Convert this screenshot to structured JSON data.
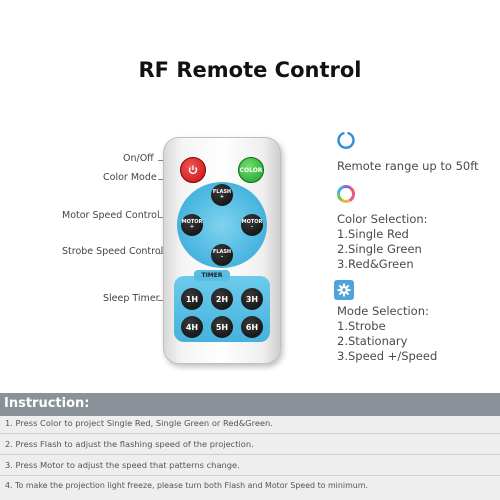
{
  "title": "RF Remote Control",
  "labels": {
    "on_off": "On/Off",
    "color_mode": "Color Mode",
    "motor_speed": "Motor Speed Control",
    "strobe_speed": "Strobe Speed Control",
    "sleep_timer": "Sleep Timer"
  },
  "remote": {
    "color_btn": "COLOR",
    "flash_plus": "FLASH",
    "flash_plus_sign": "+",
    "flash_minus": "FLASH",
    "flash_minus_sign": "-",
    "motor_plus": "MOTOR",
    "motor_plus_sign": "+",
    "motor_minus": "MOTOR",
    "motor_minus_sign": "-",
    "timer_tab": "TIMER",
    "timer_buttons": [
      "1H",
      "2H",
      "3H",
      "4H",
      "5H",
      "6H"
    ]
  },
  "features": {
    "range": "Remote range up to 50ft",
    "color_heading": "Color Selection:",
    "color_items": [
      "1.Single Red",
      "2.Single Green",
      "3.Red&Green"
    ],
    "mode_heading": "Mode Selection:",
    "mode_items": [
      "1.Strobe",
      "2.Stationary",
      "3.Speed +/Speed"
    ]
  },
  "instruction": {
    "heading": "Instruction:",
    "lines": [
      "1. Press Color to project Single Red, Single Green or Red&Green.",
      "2. Press Flash to adjust the flashing speed of the projection.",
      "3. Press Motor to adjust the speed that patterns change.",
      "4. To make the projection light freeze, please turn both Flash and Motor Speed to minimum."
    ]
  },
  "colors": {
    "accent_blue": "#4fa3dc",
    "pad_blue": "#4db8e0",
    "onoff_red": "#c41010",
    "color_green": "#1e9e2a",
    "instruction_header": "#8a9199"
  },
  "icons": {
    "range": "power-ring-icon",
    "color": "color-wheel-icon",
    "mode": "gear-icon"
  }
}
